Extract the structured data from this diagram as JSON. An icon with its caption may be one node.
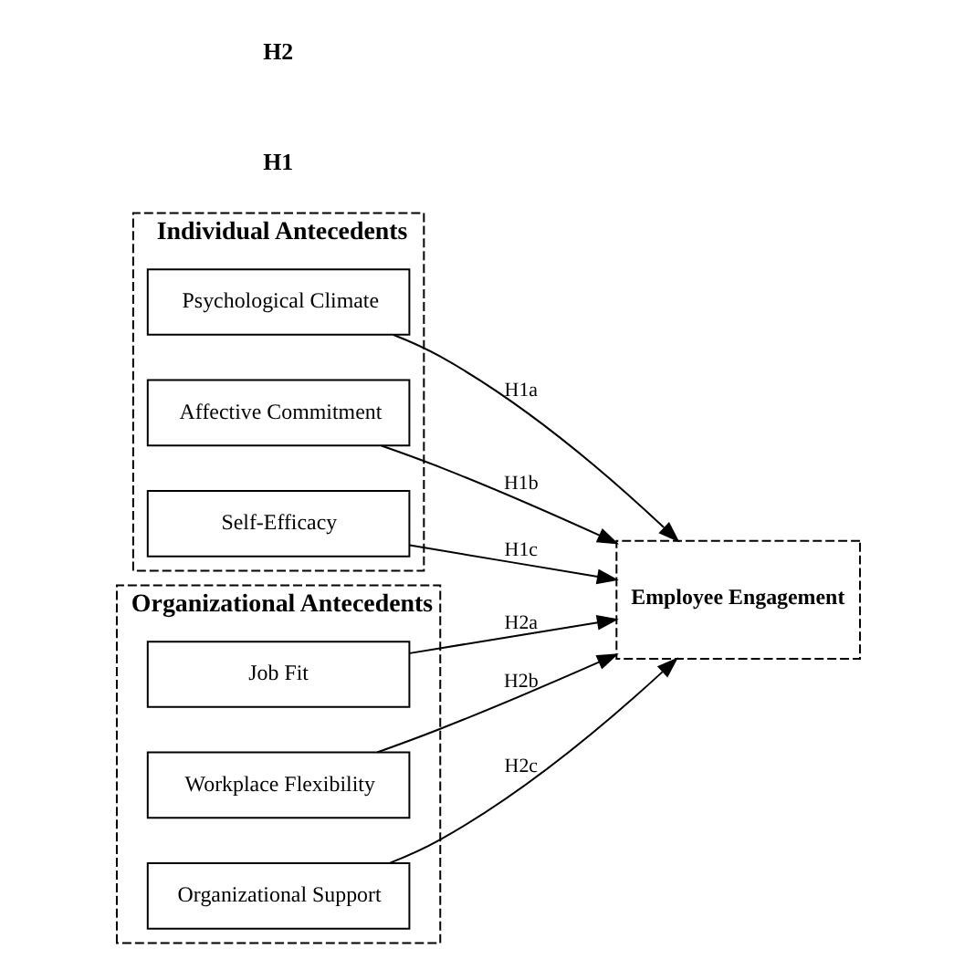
{
  "diagram": {
    "nodes": [
      {
        "text": [
          "Individual Antecedents"
        ]
      },
      {
        "text": [
          "Psychological Climate"
        ],
        "in": 0
      },
      {
        "text": [
          "Affective Commitment"
        ],
        "in": 0
      },
      {
        "text": [
          "Self-Efficacy"
        ],
        "in": 0
      },
      {
        "text": [
          "Organizational Antecedents"
        ]
      },
      {
        "text": [
          "Job Fit"
        ],
        "in": 4
      },
      {
        "text": [
          "Workplace Flexibility"
        ],
        "in": 4
      },
      {
        "text": [
          "Organizational Support"
        ],
        "in": 4
      },
      {
        "text": [
          "Employee Engagement"
        ]
      }
    ],
    "edges": [
      {
        "from": 1,
        "to": 8,
        "arrow": "to",
        "label": "H1a"
      },
      {
        "from": 2,
        "to": 8,
        "arrow": "to",
        "label": "H1b"
      },
      {
        "from": 3,
        "to": 8,
        "arrow": "to",
        "label": "H1c"
      },
      {
        "from": 5,
        "to": 8,
        "arrow": "to",
        "label": "H2a"
      },
      {
        "from": 6,
        "to": 8,
        "arrow": "to",
        "label": "H2b"
      },
      {
        "from": 7,
        "to": 8,
        "arrow": "to",
        "label": "H2c"
      }
    ],
    "labels": [
      "H1",
      "H2"
    ]
  }
}
